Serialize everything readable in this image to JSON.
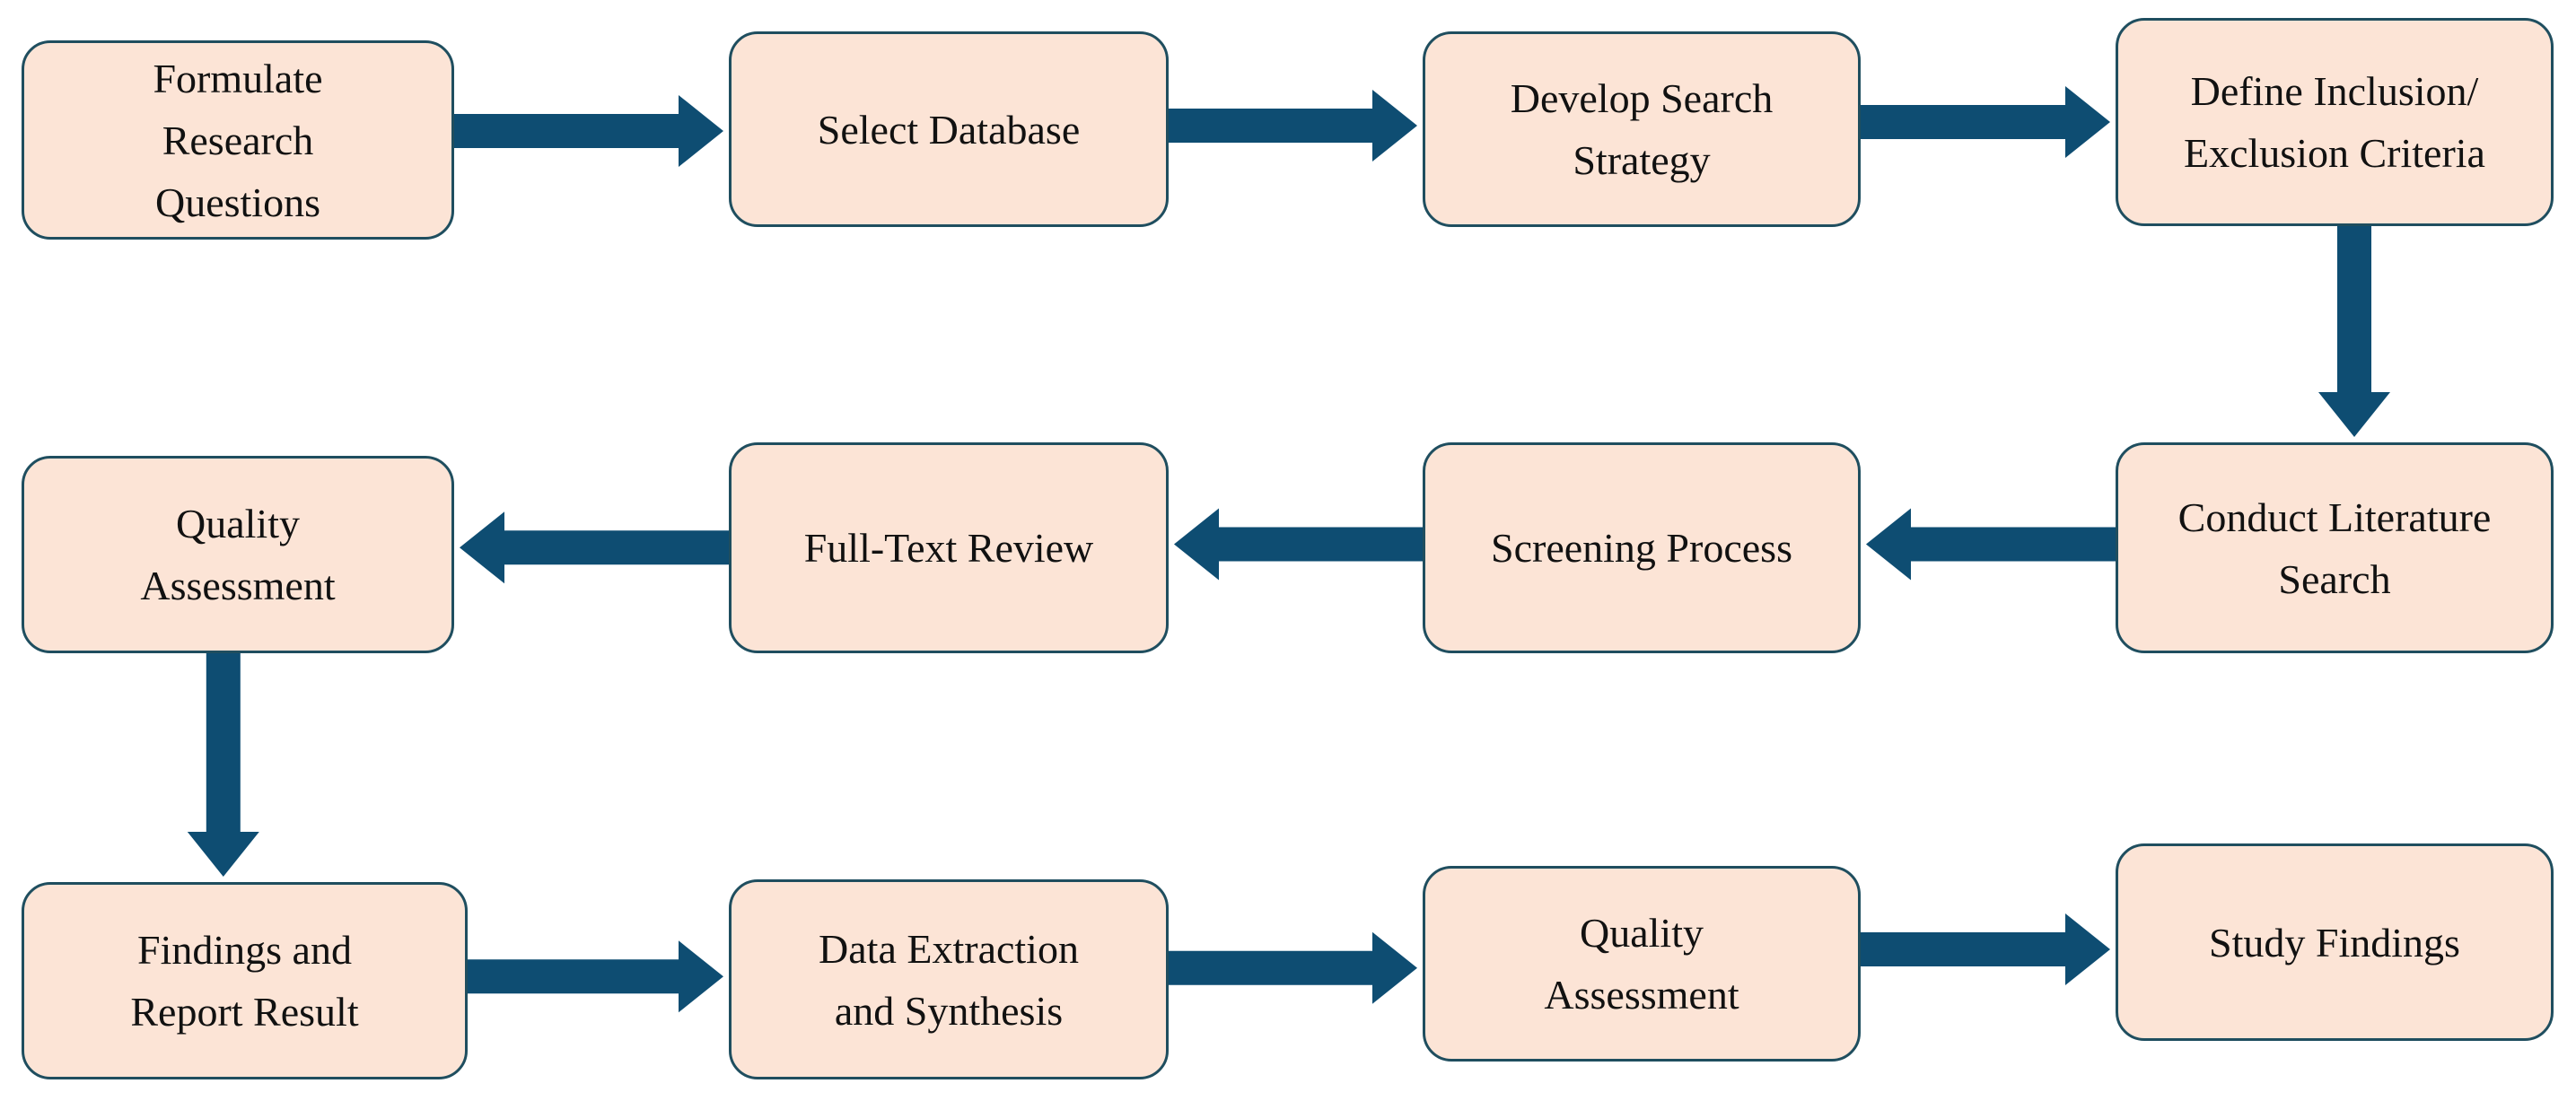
{
  "colors": {
    "box_fill": "#fce4d6",
    "box_border": "#1f4e5f",
    "arrow": "#0e4d72",
    "text": "#111111"
  },
  "nodes": [
    {
      "id": "formulate",
      "label": "Formulate\nResearch\nQuestions"
    },
    {
      "id": "select-database",
      "label": "Select Database"
    },
    {
      "id": "develop-search",
      "label": "Develop Search\nStrategy"
    },
    {
      "id": "define-criteria",
      "label": "Define Inclusion/\nExclusion Criteria"
    },
    {
      "id": "conduct-search",
      "label": "Conduct Literature\nSearch"
    },
    {
      "id": "screening",
      "label": "Screening Process"
    },
    {
      "id": "full-text",
      "label": "Full-Text Review"
    },
    {
      "id": "quality-1",
      "label": "Quality\nAssessment"
    },
    {
      "id": "findings-report",
      "label": "Findings and\nReport Result"
    },
    {
      "id": "data-extraction",
      "label": "Data Extraction\nand Synthesis"
    },
    {
      "id": "quality-2",
      "label": "Quality\nAssessment"
    },
    {
      "id": "study-findings",
      "label": "Study Findings"
    }
  ],
  "edges": [
    {
      "from": "formulate",
      "to": "select-database"
    },
    {
      "from": "select-database",
      "to": "develop-search"
    },
    {
      "from": "develop-search",
      "to": "define-criteria"
    },
    {
      "from": "define-criteria",
      "to": "conduct-search"
    },
    {
      "from": "conduct-search",
      "to": "screening"
    },
    {
      "from": "screening",
      "to": "full-text"
    },
    {
      "from": "full-text",
      "to": "quality-1"
    },
    {
      "from": "quality-1",
      "to": "findings-report"
    },
    {
      "from": "findings-report",
      "to": "data-extraction"
    },
    {
      "from": "data-extraction",
      "to": "quality-2"
    },
    {
      "from": "quality-2",
      "to": "study-findings"
    }
  ]
}
